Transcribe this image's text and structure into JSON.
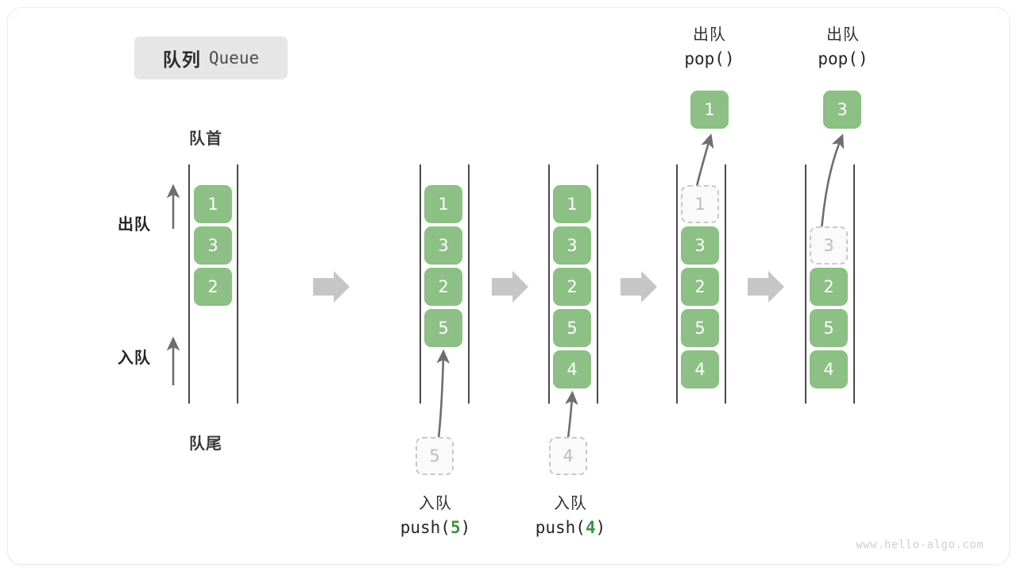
{
  "title": {
    "cn": "队列",
    "en": "Queue"
  },
  "labels": {
    "head": "队首",
    "tail": "队尾",
    "dequeue": "出队",
    "enqueue": "入队"
  },
  "watermark": "www.hello-algo.com",
  "colors": {
    "cell_fill": "#8cc084",
    "cell_text": "#ffffff",
    "ghost_border": "#c8c8c8",
    "ghost_text": "#bcbcbc",
    "rail": "#4a4a4a",
    "arrow": "#6e6e6e",
    "step_arrow": "#c6c6c6",
    "accent_green": "#3f9142",
    "badge_bg": "#e6e6e6"
  },
  "columns": [
    {
      "id": "initial",
      "cells": [
        {
          "value": "1",
          "state": "solid"
        },
        {
          "value": "3",
          "state": "solid"
        },
        {
          "value": "2",
          "state": "solid"
        }
      ]
    },
    {
      "id": "after-push-5",
      "cells": [
        {
          "value": "1",
          "state": "solid"
        },
        {
          "value": "3",
          "state": "solid"
        },
        {
          "value": "2",
          "state": "solid"
        },
        {
          "value": "5",
          "state": "solid"
        }
      ],
      "incoming": {
        "value": "5",
        "state": "ghost"
      },
      "caption": {
        "cn": "入队",
        "fn": "push(",
        "arg": "5",
        "close": ")"
      }
    },
    {
      "id": "after-push-4",
      "cells": [
        {
          "value": "1",
          "state": "solid"
        },
        {
          "value": "3",
          "state": "solid"
        },
        {
          "value": "2",
          "state": "solid"
        },
        {
          "value": "5",
          "state": "solid"
        },
        {
          "value": "4",
          "state": "solid"
        }
      ],
      "incoming": {
        "value": "4",
        "state": "ghost"
      },
      "caption": {
        "cn": "入队",
        "fn": "push(",
        "arg": "4",
        "close": ")"
      }
    },
    {
      "id": "after-pop-1",
      "cells": [
        {
          "value": "1",
          "state": "ghost"
        },
        {
          "value": "3",
          "state": "solid"
        },
        {
          "value": "2",
          "state": "solid"
        },
        {
          "value": "5",
          "state": "solid"
        },
        {
          "value": "4",
          "state": "solid"
        }
      ],
      "outgoing": {
        "value": "1",
        "state": "solid"
      },
      "caption": {
        "cn": "出队",
        "fn": "pop(",
        "arg": "",
        "close": ")"
      }
    },
    {
      "id": "after-pop-3",
      "cells": [
        {
          "value": "",
          "state": "empty"
        },
        {
          "value": "3",
          "state": "ghost"
        },
        {
          "value": "2",
          "state": "solid"
        },
        {
          "value": "5",
          "state": "solid"
        },
        {
          "value": "4",
          "state": "solid"
        }
      ],
      "outgoing": {
        "value": "3",
        "state": "solid"
      },
      "caption": {
        "cn": "出队",
        "fn": "pop(",
        "arg": "",
        "close": ")"
      }
    }
  ]
}
